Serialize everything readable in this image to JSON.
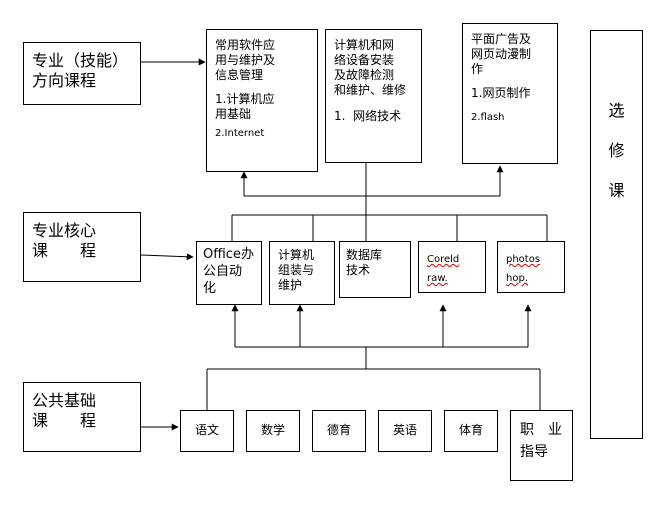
{
  "left": {
    "direction": "专业（技能）\n方向课程",
    "core": "专业核心\n课　　程",
    "public": "公共基础\n课　　程"
  },
  "top": {
    "software": {
      "title": "常用软件应\n用与维护及\n信息管理",
      "item1": "1.计算机应\n用基础",
      "item2": "2.Internet"
    },
    "network": {
      "title": "计算机和网\n络设备安装\n及故障检测\n和维护、维修",
      "item1": "1.  网络技术"
    },
    "design": {
      "title": "平面广告及\n网页动漫制\n作",
      "item1": "1.网页制作",
      "item2": "2.flash"
    }
  },
  "elective": "选\n\n修\n\n课",
  "core_courses": {
    "office": "Office办\n公自动\n化",
    "assembly": "计算机\n组装与\n维护",
    "database": "数据库\n技术",
    "coreldraw": "Coreld\nraw.",
    "photoshop": "photos\nhop."
  },
  "public_courses": {
    "chinese": "语文",
    "math": "数学",
    "moral": "德育",
    "english": "英语",
    "pe": "体育",
    "career": "职　业\n指导"
  }
}
